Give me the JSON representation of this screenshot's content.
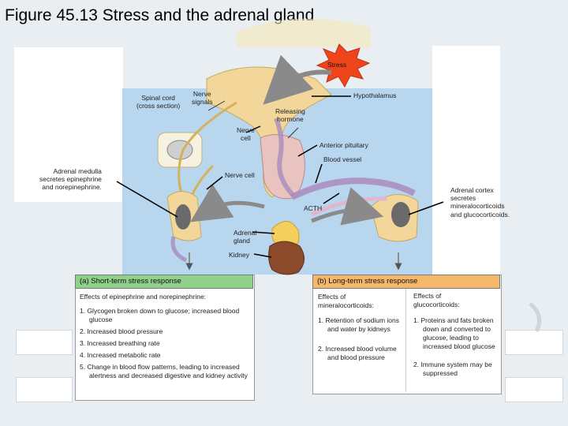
{
  "title": "Figure 45.13 Stress and the adrenal gland",
  "labels": {
    "stress": "Stress",
    "hypothalamus": "Hypothalamus",
    "nerve_signals": "Nerve\nsignals",
    "spinal_cord": "Spinal cord\n(cross section)",
    "releasing_hormone": "Releasing\nhormone",
    "nerve_cell_top": "Nerve\ncell",
    "anterior_pituitary": "Anterior pituitary",
    "blood_vessel": "Blood vessel",
    "adrenal_medulla": "Adrenal medulla\nsecretes epinephrine\nand norepinephrine.",
    "nerve_cell_mid": "Nerve cell",
    "adrenal_cortex": "Adrenal cortex\nsecretes\nmineralocorticoids\nand glucocorticoids.",
    "acth": "ACTH",
    "adrenal_gland": "Adrenal\ngland",
    "kidney": "Kidney"
  },
  "short_term": {
    "heading": "(a) Short-term stress response",
    "intro": "Effects of epinephrine and norepinephrine:",
    "items": [
      "1. Glycogen broken down to glucose; increased blood glucose",
      "2. Increased blood pressure",
      "3. Increased breathing rate",
      "4. Increased metabolic rate",
      "5. Change in blood flow patterns, leading to increased alertness and decreased digestive and kidney activity"
    ]
  },
  "long_term": {
    "heading": "(b) Long-term stress response",
    "mineral": {
      "intro": "Effects of\nmineralocorticoids:",
      "items": [
        "1. Retention of sodium ions and water by kidneys",
        "2. Increased blood volume and blood pressure"
      ]
    },
    "gluco": {
      "intro": "Effects of\nglucocorticoids:",
      "items": [
        "1. Proteins and fats broken down and converted to glucose, leading to increased blood glucose",
        "2. Immune system may be suppressed"
      ]
    }
  },
  "colors": {
    "diagram_bg": "#b8d6ee",
    "short_head": "#8fd08a",
    "long_head": "#f5b76a",
    "stress_burst": "#f0451b",
    "tissue": "#f3d79a",
    "vessel": "#a88bbd"
  }
}
